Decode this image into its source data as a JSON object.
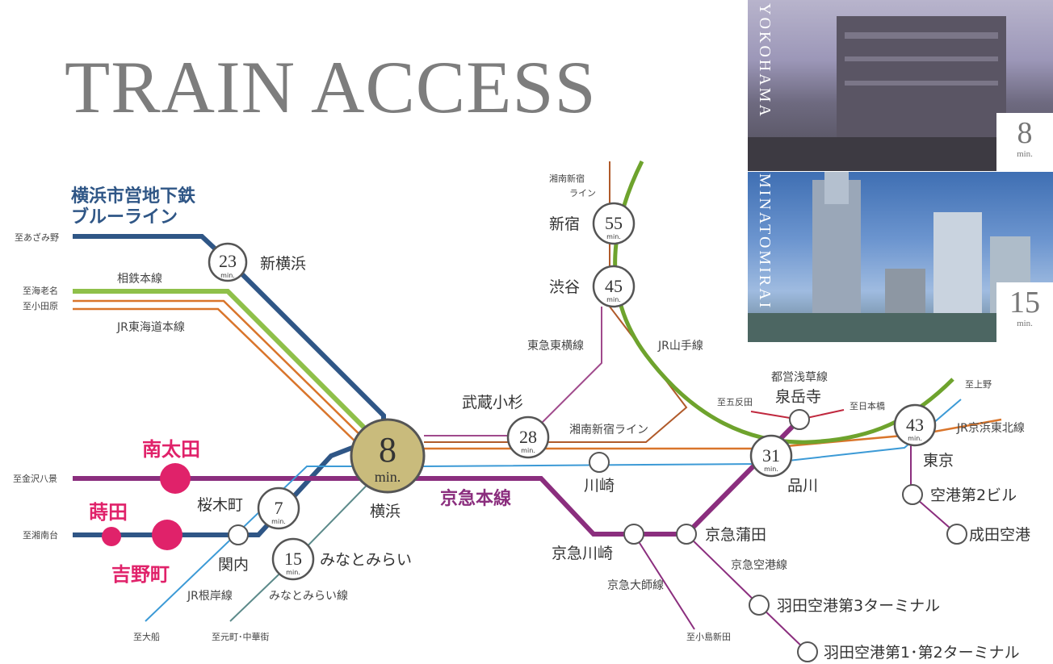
{
  "title": "TRAIN ACCESS",
  "colors": {
    "blue_line": "#2f5686",
    "sotetsu": "#8fc04a",
    "jr_tokaido": "#d9752b",
    "shonan": "#b05a2a",
    "keikyu": "#8b2e7e",
    "yamanote": "#6ea32d",
    "keihin_tohoku": "#3c9ad6",
    "minatomirai": "#5c8a8a",
    "asakusa": "#c0283e",
    "tokyu": "#a04a8c",
    "station_highlight": "#e0226a",
    "yokohama_badge": "#c9bb7c"
  },
  "lines": {
    "blue_line_title_1": "横浜市営地下鉄",
    "blue_line_title_2": "ブルーライン",
    "sotetsu": "相鉄本線",
    "jr_tokaido": "JR東海道本線",
    "keikyu_main": "京急本線",
    "tokyu_toyoko": "東急東横線",
    "jr_yamanote": "JR山手線",
    "shonan_shinjuku_1": "湘南新宿",
    "shonan_shinjuku_2": "ライン",
    "shonan_shinjuku_line": "湘南新宿ライン",
    "asakusa_1": "都営浅草線",
    "keihin_tohoku": "JR京浜東北線",
    "keikyu_airport": "京急空港線",
    "keikyu_daishi": "京急大師線",
    "jr_negishi": "JR根岸線",
    "minatomirai": "みなとみらい線"
  },
  "directions": {
    "azamino": "至あざみ野",
    "ebina": "至海老名",
    "odawara": "至小田原",
    "kanazawa_hakkei": "至金沢八景",
    "shonandai": "至湘南台",
    "ofuna": "至大船",
    "motomachi": "至元町･中華街",
    "kojima_shinden": "至小島新田",
    "gotanda": "至五反田",
    "nihonbashi": "至日本橋",
    "ueno": "至上野"
  },
  "stations": {
    "shin_yokohama": "新横浜",
    "yokohama": "横浜",
    "shinjuku": "新宿",
    "shibuya": "渋谷",
    "musashi_kosugi": "武蔵小杉",
    "kawasaki": "川崎",
    "shinagawa": "品川",
    "sengakuji": "泉岳寺",
    "tokyo": "東京",
    "airport_t2": "空港第2ビル",
    "narita": "成田空港",
    "keikyu_kawasaki": "京急川崎",
    "keikyu_kamata": "京急蒲田",
    "haneda_t3": "羽田空港第3ターミナル",
    "haneda_t12": "羽田空港第1･第2ターミナル",
    "sakuragicho": "桜木町",
    "kannai": "関内",
    "minatomirai": "みなとみらい",
    "minami_ota": "南太田",
    "maita": "蒔田",
    "yoshinocho": "吉野町"
  },
  "times": {
    "shin_yokohama": "23",
    "yokohama": "8",
    "shinjuku": "55",
    "shibuya": "45",
    "musashi_kosugi": "28",
    "shinagawa": "31",
    "tokyo": "43",
    "sakuragicho": "7",
    "minatomirai": "15",
    "unit": "min.",
    "unit_large": "min."
  },
  "photos": {
    "yokohama_caption": "YOKOHAMA",
    "minatomirai_caption": "MINATOMIRAI",
    "yokohama_min": "8",
    "minatomirai_min": "15",
    "unit": "min."
  }
}
